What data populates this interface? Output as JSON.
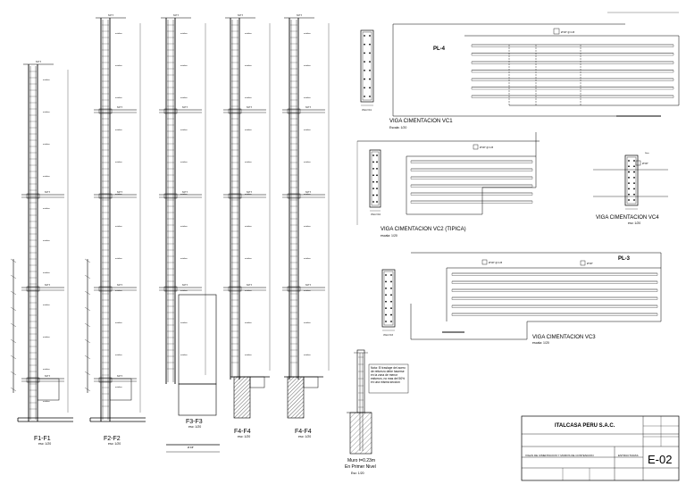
{
  "sections": [
    {
      "id": "f1",
      "title": "F1-F1",
      "scale": "esc: 1/20"
    },
    {
      "id": "f2",
      "title": "F2-F2",
      "scale": "esc: 1/20"
    },
    {
      "id": "f3",
      "title": "F3-F3",
      "scale": "esc: 1/20"
    },
    {
      "id": "f4a",
      "title": "F4-F4",
      "scale": "esc: 1/20"
    },
    {
      "id": "f4b",
      "title": "F4-F4",
      "scale": "esc: 1/20"
    }
  ],
  "beams": {
    "vc1": {
      "title": "VIGA CIMENTACION VC1",
      "scale": "Escala: 1/20",
      "plate": "PL-4"
    },
    "vc2": {
      "title": "VIGA CIMENTACION VC2 (TIPICA)",
      "scale": "escala: 1/20"
    },
    "vc3": {
      "title": "VIGA CIMENTACION VC3",
      "scale": "escala: 1/20",
      "plate": "PL-3"
    },
    "vc4": {
      "title": "VIGA CIMENTACION VC4",
      "scale": "esc: 1/20"
    }
  },
  "wall": {
    "line1": "Muro t=0.23m",
    "line2": "En Primer Nivel",
    "scale": "Esc: 1/20"
  },
  "note": "Nota: El traslape del acero de refuerzo debe hacerse en la zona de menor esfuerzo, no mas del 50% en una misma seccion",
  "title_block": {
    "company": "ITALCASA PERU S.A.C.",
    "project": "VIGAS DE CIMENTACION Y MUROS DE CONTENCION",
    "specialty": "ESTRUCTURAS",
    "sheet": "E-02"
  }
}
